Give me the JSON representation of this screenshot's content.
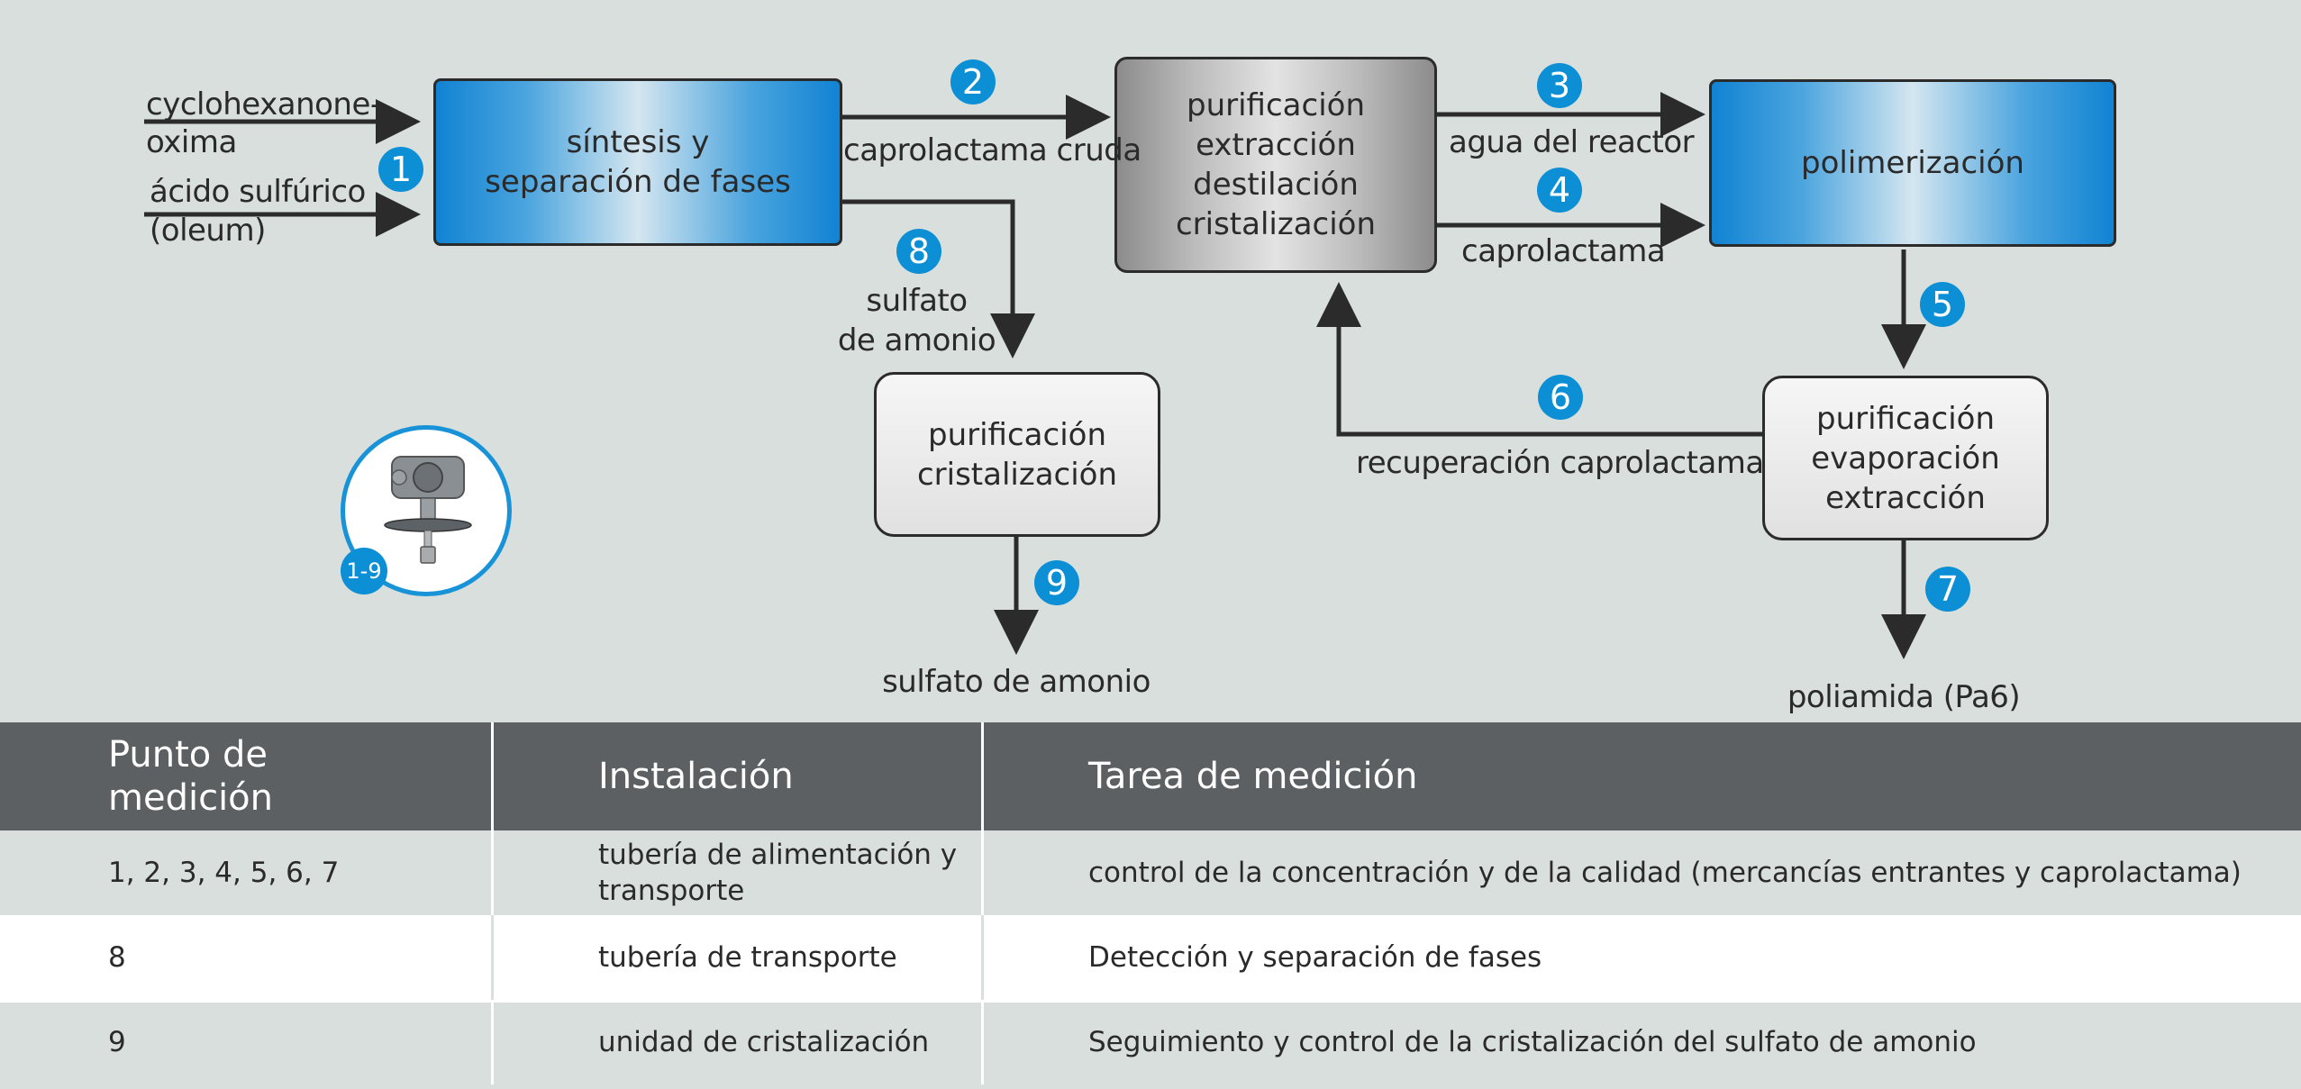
{
  "diagram": {
    "inputs": {
      "feed1_line1": "cyclohexanone-",
      "feed1_line2": "oxima",
      "feed2_line1": "ácido sulfúrico",
      "feed2_line2": "(oleum)"
    },
    "boxes": {
      "synthesis": [
        "síntesis y",
        "separación de fases"
      ],
      "purification_main": [
        "purificación",
        "extracción",
        "destilación",
        "cristalización"
      ],
      "polymerization": [
        "polimerización"
      ],
      "sulfate_purification": [
        "purificación",
        "cristalización"
      ],
      "recovery_purification": [
        "purificación",
        "evaporación",
        "extracción"
      ]
    },
    "flow_labels": {
      "crude": "caprolactama cruda",
      "water": "agua del reactor",
      "caprolactam": "caprolactama",
      "sulfate_line1": "sulfato",
      "sulfate_line2": "de amonio",
      "recovery": "recuperación caprolactama",
      "sulfate_out": "sulfato de amonio",
      "polyamide_out": "poliamida (Pa6)"
    },
    "badges": [
      "1",
      "2",
      "3",
      "4",
      "5",
      "6",
      "7",
      "8",
      "9"
    ],
    "device_badge": "1-9",
    "icons": {
      "device": "level-sensor-device-icon"
    },
    "colors": {
      "accent": "#0d8fd6",
      "arrow": "#2b2b2b",
      "header": "#5c6062"
    }
  },
  "table": {
    "headers": [
      "Punto de\nmedición",
      "Instalación",
      "Tarea de medición"
    ],
    "rows": [
      [
        "1, 2, 3, 4, 5, 6, 7",
        "tubería de alimentación y\ntransporte",
        "control de la concentración y de la calidad (mercancías entrantes y caprolactama)"
      ],
      [
        "8",
        "tubería de transporte",
        "Detección y separación de fases"
      ],
      [
        "9",
        "unidad de cristalización",
        "Seguimiento y control de la cristalización del sulfato de amonio"
      ]
    ]
  }
}
